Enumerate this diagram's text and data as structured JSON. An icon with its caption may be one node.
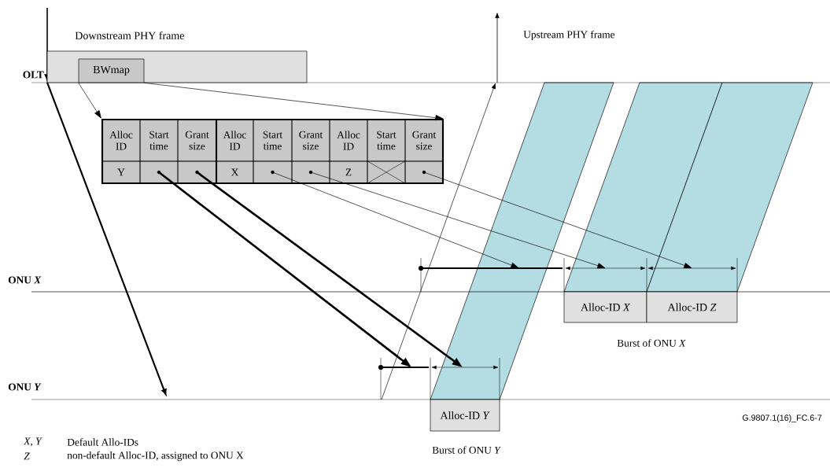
{
  "diagram": {
    "nodes": [
      {
        "text": [
          "Downstream PHY frame"
        ]
      },
      {
        "text": [
          "BWmap"
        ],
        "in": 0
      },
      {
        "text": [],
        "shape": "box"
      },
      {
        "text": [
          "Alloc ID"
        ],
        "in": 2
      },
      {
        "text": [
          "Start time"
        ],
        "in": 2
      },
      {
        "text": [
          "Grant size"
        ],
        "in": 2
      },
      {
        "text": [
          "Alloc ID"
        ],
        "in": 2
      },
      {
        "text": [
          "Start time"
        ],
        "in": 2
      },
      {
        "text": [
          "Grant size"
        ],
        "in": 2
      },
      {
        "text": [
          "Alloc ID"
        ],
        "in": 2
      },
      {
        "text": [
          "Start time"
        ],
        "in": 2
      },
      {
        "text": [
          "Grant size"
        ],
        "in": 2
      },
      {
        "text": [
          "Y"
        ],
        "in": 2
      },
      {
        "text": [],
        "shape": "box",
        "in": 2
      },
      {
        "text": [],
        "shape": "box",
        "in": 2
      },
      {
        "text": [
          "X"
        ],
        "in": 2
      },
      {
        "text": [],
        "shape": "box",
        "in": 2
      },
      {
        "text": [],
        "shape": "box",
        "in": 2
      },
      {
        "text": [
          "Z"
        ],
        "in": 2
      },
      {
        "text": [],
        "shape": "box",
        "in": 2
      },
      {
        "text": [],
        "shape": "box",
        "in": 2
      },
      {
        "text": [
          "Alloc-ID *X*"
        ]
      },
      {
        "text": [
          "Alloc-ID *Z*"
        ]
      },
      {
        "text": [
          "Alloc-ID *Y*"
        ]
      }
    ],
    "edges": [
      {
        "from": 1,
        "to": 2,
        "arrow": "to"
      },
      {
        "from": 1,
        "to": 2,
        "arrow": "to"
      },
      {
        "from": 13,
        "to": null,
        "arrow": "to",
        "style": "thick"
      },
      {
        "from": 14,
        "to": null,
        "arrow": "to",
        "style": "thick"
      },
      {
        "from": 16,
        "to": null,
        "arrow": "to"
      },
      {
        "from": 17,
        "to": null,
        "arrow": "to"
      },
      {
        "from": 20,
        "to": null,
        "arrow": "to"
      }
    ],
    "labels": [
      "OLT",
      "Upstream PHY frame",
      "ONU *X*",
      "Burst of ONU *X*",
      "ONU *Y*",
      "Burst of ONU *Y*",
      "G.9807.1(16)_FC.6-7",
      "X, Y",
      "Default Allo-IDs",
      "Z",
      "non-default Alloc-ID, assigned to ONU X"
    ]
  }
}
